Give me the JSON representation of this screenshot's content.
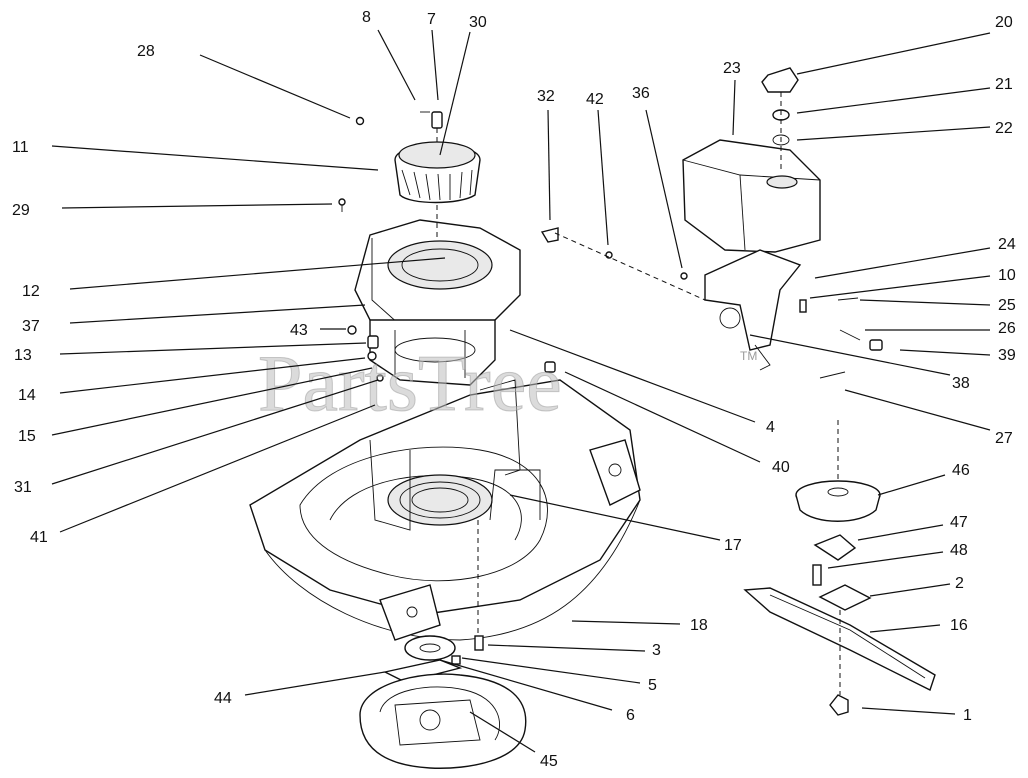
{
  "watermark": {
    "text": "PartsTree",
    "mark": "TM"
  },
  "callouts": [
    "1",
    "2",
    "3",
    "4",
    "5",
    "6",
    "7",
    "8",
    "10",
    "11",
    "12",
    "13",
    "14",
    "15",
    "16",
    "17",
    "18",
    "20",
    "21",
    "22",
    "23",
    "24",
    "25",
    "26",
    "27",
    "28",
    "29",
    "30",
    "31",
    "32",
    "36",
    "37",
    "38",
    "39",
    "40",
    "41",
    "42",
    "43",
    "44",
    "45",
    "46",
    "47",
    "48"
  ]
}
